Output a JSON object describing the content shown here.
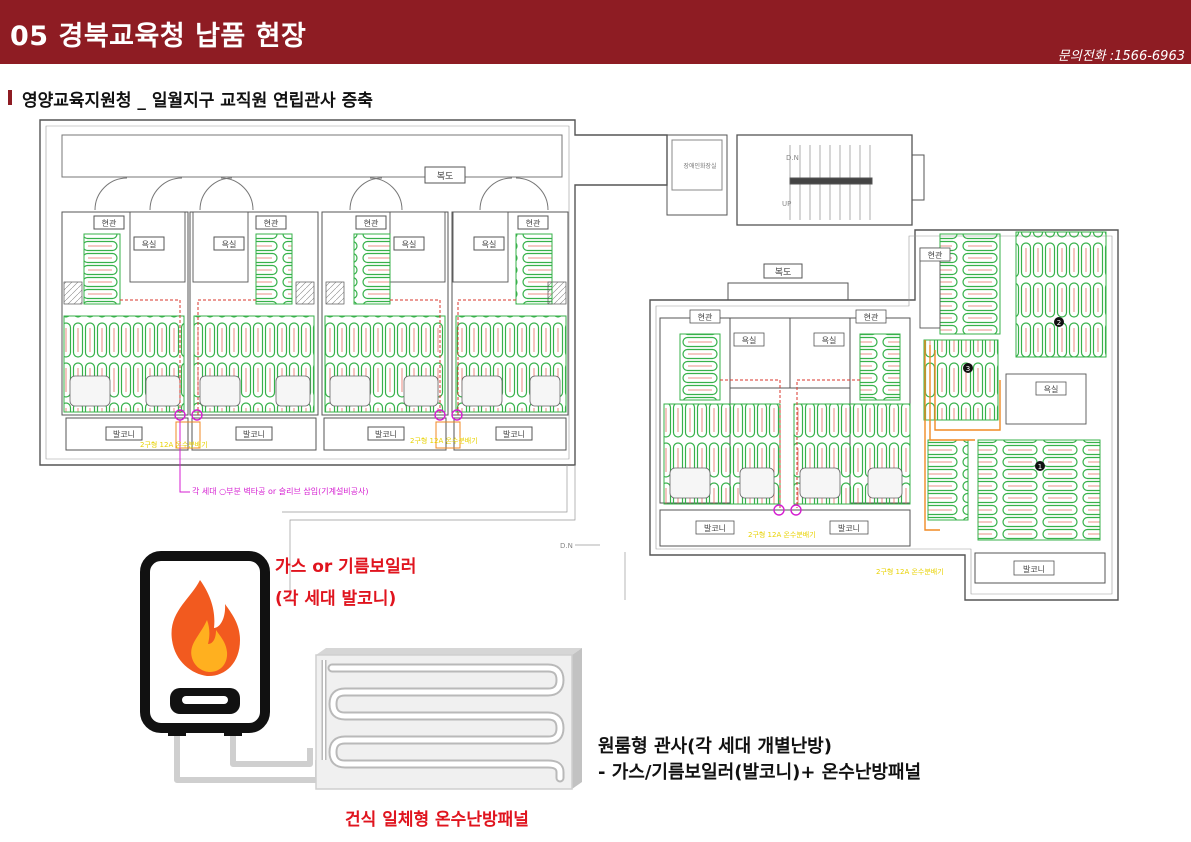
{
  "header": {
    "title": "05 경북교육청 납품 현장",
    "phone": "문의전화 :1566-6963"
  },
  "subtitle": "영양교육지원청 _ 일월지구 교직원 연립관사 증축",
  "plan": {
    "corridor_label": "복도",
    "entrance_label": "현관",
    "bath_label": "욕실",
    "balcony_label": "발코니",
    "elevator_label": "장애인화장실",
    "dn_label": "D.N",
    "up_label": "UP",
    "note_pipe": "각 세대 ○부분 벽타공 or 슬리브 삽입(기계설비공사)",
    "yellow_note": "2구형 12A 온수분배기",
    "markers": [
      "1",
      "2",
      "3"
    ]
  },
  "legend": {
    "boiler_label_1": "가스 or 기름보일러",
    "boiler_label_2": "(각 세대 발코니)",
    "panel_label": "건식 일체형 온수난방패널",
    "desc_line_1": "원룸형 관사(각 세대 개별난방)",
    "desc_line_2": "- 가스/기름보일러(발코니)+ 온수난방패널"
  },
  "colors": {
    "brand": "#8e1c23",
    "accent_red": "#e0141e",
    "panel_green": "#37b14a",
    "pipe_red": "#d9362b",
    "pipe_orange": "#f08a24",
    "wall": "#555555"
  }
}
